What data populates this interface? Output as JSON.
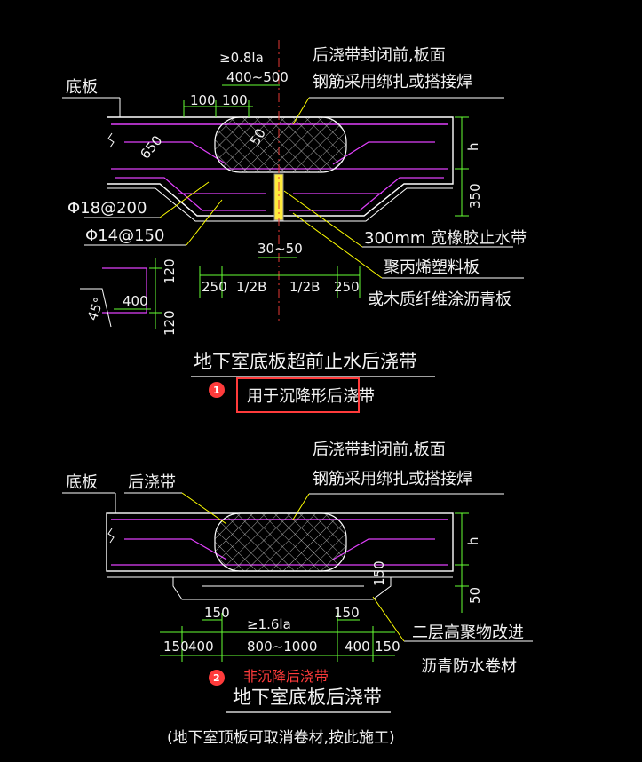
{
  "colors": {
    "background": "#000000",
    "outline": "#ffffff",
    "rebar": "#e040fb",
    "dimension": "#66ff33",
    "leader": "#ffff00",
    "annotation_red": "#ff3b3b"
  },
  "detail_1": {
    "note_closing": "后浇带封闭前,板面",
    "note_rebar": "钢筋采用绑扎或搭接焊",
    "label_slab": "底板",
    "lap_length": "≥0.8la",
    "lap_range": "400~500",
    "dim_100_a": "100",
    "dim_100_b": "100",
    "dim_50_top": "50",
    "dim_650": "650",
    "dim_h": "h",
    "dim_350": "350",
    "rebar_a": "Φ18@200",
    "rebar_b": "Φ14@150",
    "waterstop": "300mm 宽橡胶止水带",
    "board_a": "聚丙烯塑料板",
    "board_b": "或木质纤维涂沥青板",
    "dim_30_50": "30~50",
    "dim_250_l": "250",
    "dim_half_b_l": "1/2B",
    "dim_half_b_r": "1/2B",
    "dim_250_r": "250",
    "dim_120_a": "120",
    "dim_120_b": "120",
    "dim_400": "400",
    "dim_45": "45°",
    "title": "地下室底板超前止水后浇带",
    "badge": "1",
    "red_label": "用于沉降形后浇带"
  },
  "detail_2": {
    "note_closing": "后浇带封闭前,板面",
    "note_rebar": "钢筋采用绑扎或搭接焊",
    "label_slab": "底板",
    "label_band": "后浇带",
    "dim_h": "h",
    "dim_150_v": "150",
    "dim_50_v": "50",
    "dim_150_a": "150",
    "dim_150_b": "150",
    "lap_length": "≥1.6la",
    "lap_range": "800~1000",
    "dim_150_c": "150",
    "dim_400_l": "400",
    "dim_400_r": "400",
    "dim_150_d": "150",
    "membrane_a": "二层高聚物改进",
    "membrane_b": "沥青防水卷材",
    "badge": "2",
    "red_label": "非沉降后浇带",
    "title": "地下室底板后浇带",
    "subtitle": "(地下室顶板可取消卷材,按此施工)"
  }
}
